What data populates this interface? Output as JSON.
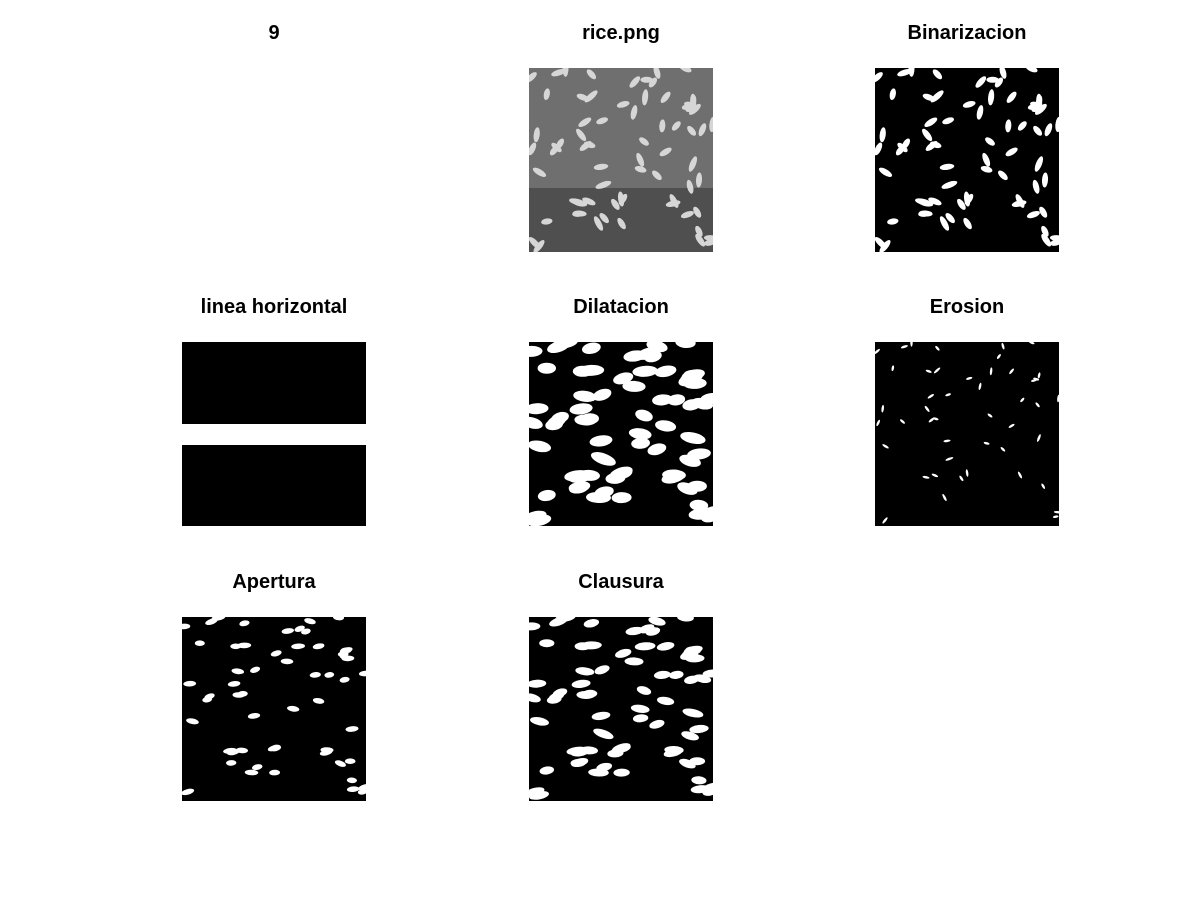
{
  "figure": {
    "panels": [
      {
        "id": "panel-9",
        "title": "9"
      },
      {
        "id": "panel-rice",
        "title": "rice.png"
      },
      {
        "id": "panel-binarizacion",
        "title": "Binarizacion"
      },
      {
        "id": "panel-linea-horizontal",
        "title": "linea horizontal"
      },
      {
        "id": "panel-dilatacion",
        "title": "Dilatacion"
      },
      {
        "id": "panel-erosion",
        "title": "Erosion"
      },
      {
        "id": "panel-apertura",
        "title": "Apertura"
      },
      {
        "id": "panel-clausura",
        "title": "Clausura"
      }
    ]
  }
}
